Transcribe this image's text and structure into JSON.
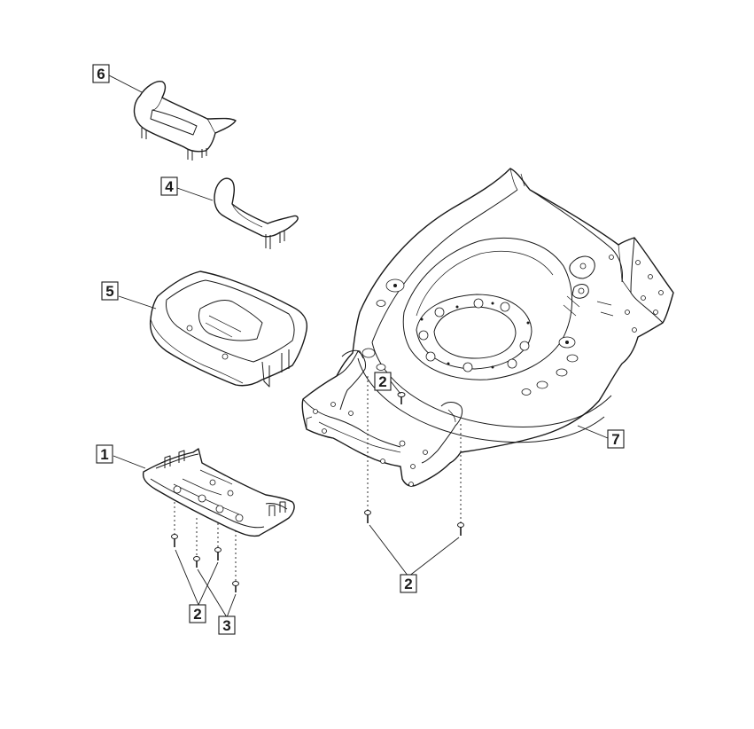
{
  "callouts": {
    "c6": "6",
    "c4": "4",
    "c5": "5",
    "c1": "1",
    "c2_deck": "2",
    "c7": "7",
    "c2_lower_right": "2",
    "c2_lower_left": "2",
    "c3": "3"
  },
  "colors": {
    "line": "#1a1a1a",
    "background": "#ffffff"
  }
}
